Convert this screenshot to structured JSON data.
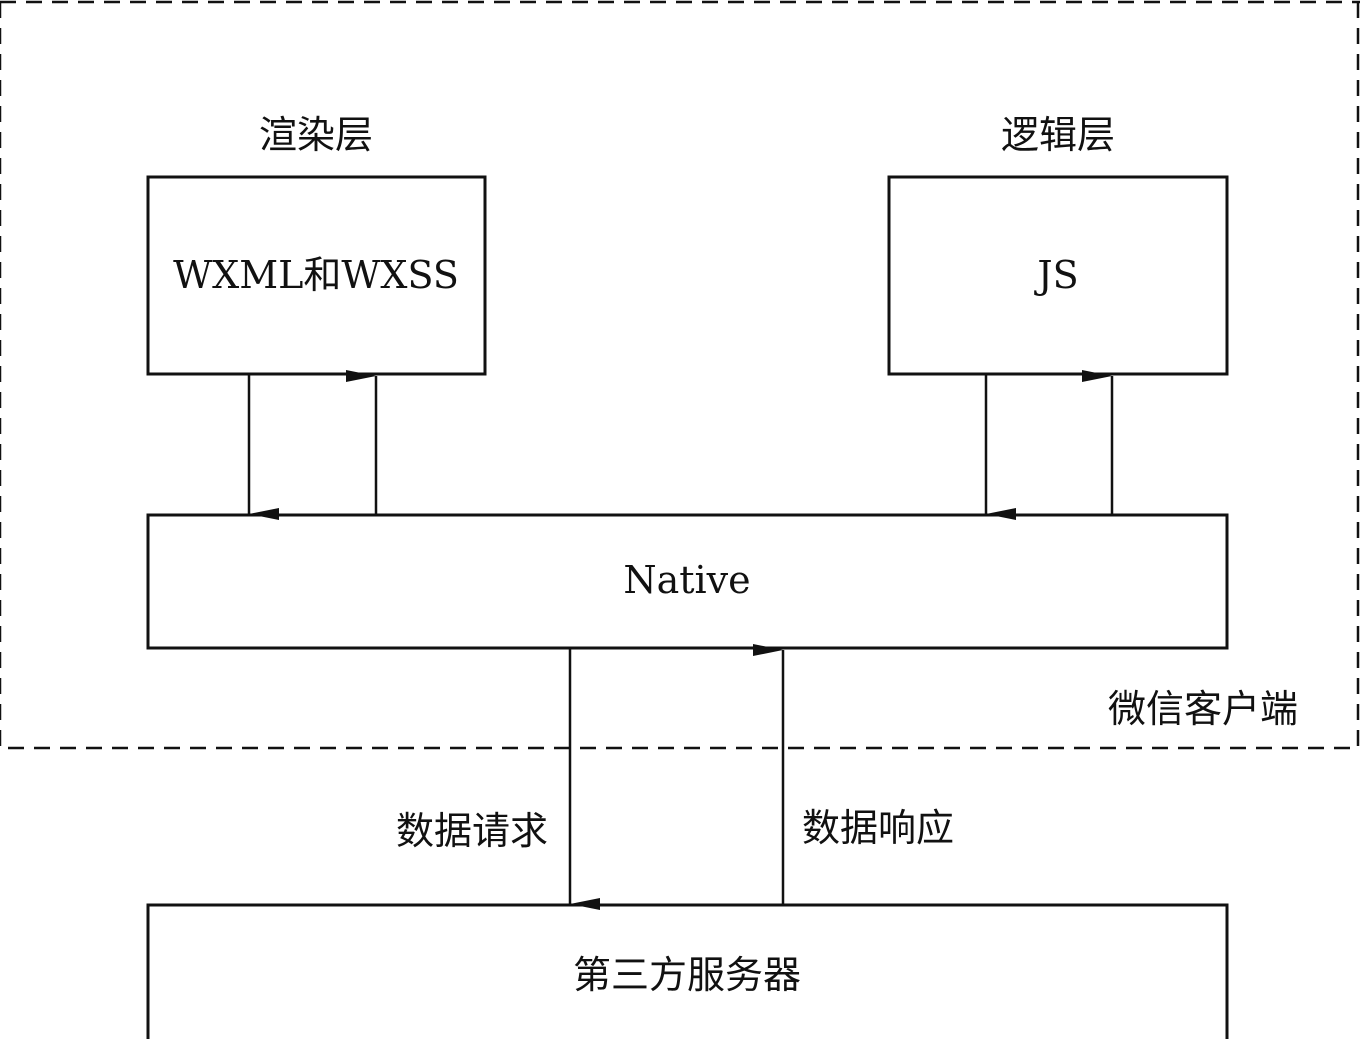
{
  "diagram": {
    "layers": {
      "render_title": "渲染层",
      "logic_title": "逻辑层"
    },
    "boxes": {
      "render_box": "WXML和WXSS",
      "logic_box": "JS",
      "native_box": "Native",
      "server_box": "第三方服务器"
    },
    "edges": {
      "request_label": "数据请求",
      "response_label": "数据响应"
    },
    "regions": {
      "client_label": "微信客户端"
    },
    "colors": {
      "stroke": "#111111",
      "background": "#ffffff"
    }
  }
}
